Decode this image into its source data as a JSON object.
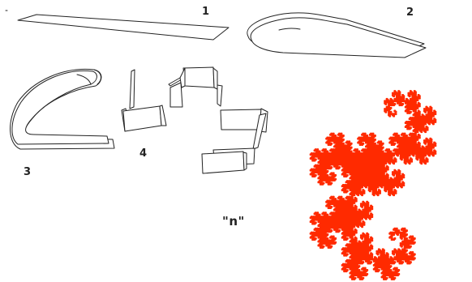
{
  "labels": {
    "step1": "1",
    "step2": "2",
    "step3": "3",
    "step4": "4",
    "stepn": "\"n\""
  },
  "colors": {
    "outline": "#222222",
    "dragon": "#ff2a00",
    "background": "#ffffff"
  },
  "dragon_iterations": 14
}
